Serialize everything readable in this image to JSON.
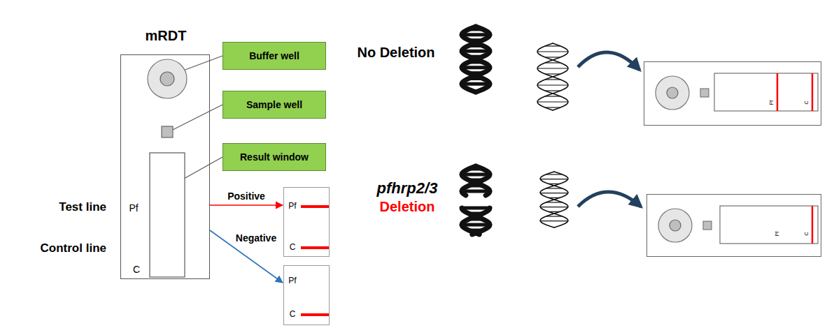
{
  "diagram": {
    "nodes": [
      {
        "text": [
          "mRDT",
          "Pf",
          "C"
        ]
      },
      {
        "text": [
          "Buffer well"
        ]
      },
      {
        "text": [
          "Sample well"
        ]
      },
      {
        "text": [
          "Result window"
        ]
      },
      {
        "text": [
          "Pf",
          "C"
        ]
      },
      {
        "text": [
          "Pf",
          "C"
        ]
      },
      {
        "text": [
          "Pf",
          "C"
        ]
      },
      {
        "text": [
          "Pf",
          "C"
        ]
      }
    ],
    "edges": [
      {
        "from": 0,
        "to": 4,
        "label": "Positive",
        "arrow": "to"
      },
      {
        "from": 0,
        "to": 5,
        "label": "Negative",
        "arrow": "to"
      }
    ],
    "labels": [
      "Test line",
      "Control line",
      "No Deletion",
      "pfhrp2/3",
      "Deletion"
    ]
  }
}
